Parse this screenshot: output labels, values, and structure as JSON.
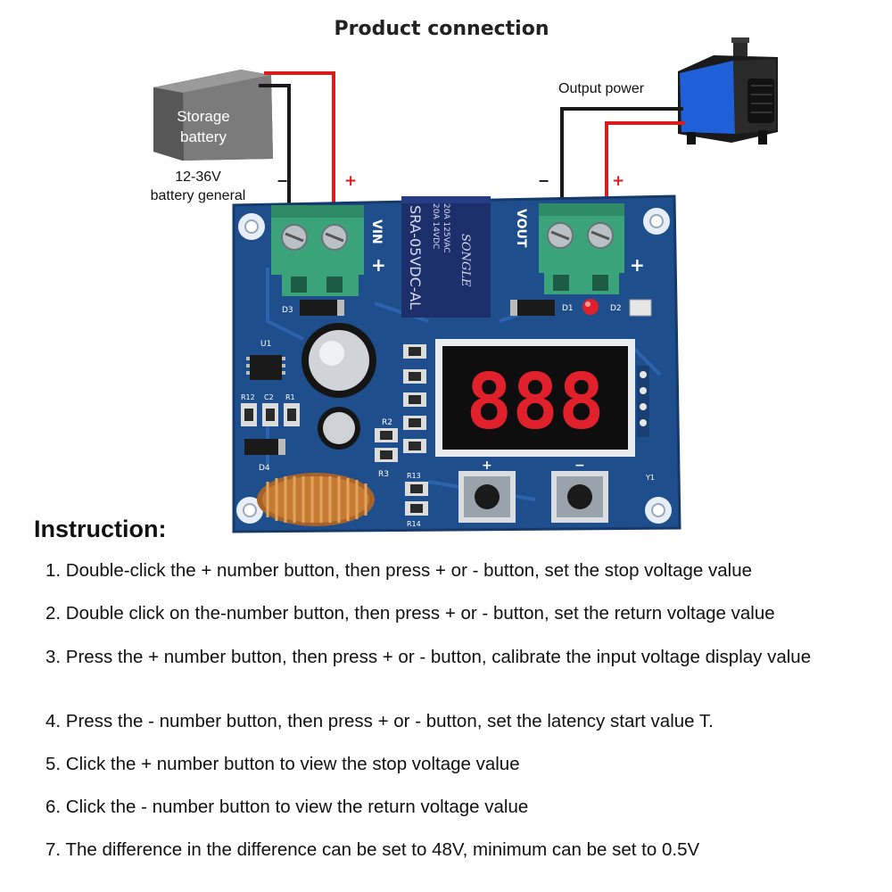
{
  "title": "Product connection",
  "battery": {
    "label_line1": "Storage",
    "label_line2": "battery",
    "caption_line1": "12-36V",
    "caption_line2": "battery general",
    "minus": "−",
    "plus": "+"
  },
  "output": {
    "label": "Output power",
    "minus": "−",
    "plus": "+"
  },
  "board": {
    "vin_label": "VIN",
    "vout_label": "VOUT",
    "vin_plus": "+",
    "vout_plus": "+",
    "relay_model": "SRA-05VDC-AL",
    "relay_brand": "SONGLE",
    "relay_rating_1": "20A 14VDC",
    "relay_rating_2": "20A 125VAC",
    "display": "888",
    "btn_plus": "+",
    "btn_minus": "−",
    "silk_u1": "U1",
    "silk_d3": "D3",
    "silk_d1": "D1",
    "silk_d2": "D2",
    "silk_r1": "R1",
    "silk_r2": "R2",
    "silk_r3": "R3",
    "silk_r13": "R13",
    "silk_r14": "R14",
    "silk_c2": "C2",
    "silk_r12": "R12",
    "silk_d4": "D4",
    "silk_y1": "Y1"
  },
  "instructions": {
    "heading": "Instruction:",
    "steps": [
      "1. Double-click the + number button, then press + or - button, set the stop voltage value",
      "2. Double click on the-number button, then press + or - button, set the return voltage value",
      "3. Press the + number button, then press + or - button, calibrate the input voltage display value",
      "4. Press the - number button, then press + or - button, set the latency start value T.",
      "5. Click the + number button to view the stop voltage value",
      "6. Click the - number button to view the return voltage value",
      "7. The difference in the difference can be set to 48V, minimum can be set to 0.5V"
    ]
  },
  "colors": {
    "pcb": "#1f4e8c",
    "terminal": "#3aa37a",
    "relay": "#1d2f6b",
    "wire_red": "#d91c1c",
    "wire_black": "#1a1a1a",
    "battery": "#7a7a7a",
    "pump": "#1f5fd8",
    "led_segment": "#e0202a",
    "coil": "#c77a32"
  }
}
